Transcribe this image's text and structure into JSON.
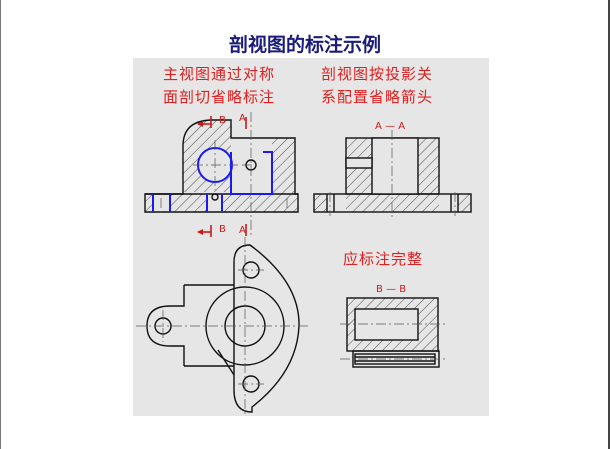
{
  "slide": {
    "title": "剖视图的标注示例"
  },
  "notes": {
    "top_left_line1": "主视图通过对称",
    "top_left_line2": "面剖切省略标注",
    "top_right_line1": "剖视图按投影关",
    "top_right_line2": "系配置省略箭头",
    "middle_right": "应标注完整"
  },
  "labels": {
    "section_aa": "A — A",
    "section_bb": "B — B",
    "b_top": "B",
    "a_top": "A",
    "b_bottom": "B",
    "a_bottom": "A"
  },
  "colors": {
    "title": "#1b1b7a",
    "note_red": "#e02020",
    "label_red": "#cc1a1a",
    "line": "#111111",
    "highlight_blue": "#1a1aee",
    "canvas_bg": "#e6e6e6"
  }
}
